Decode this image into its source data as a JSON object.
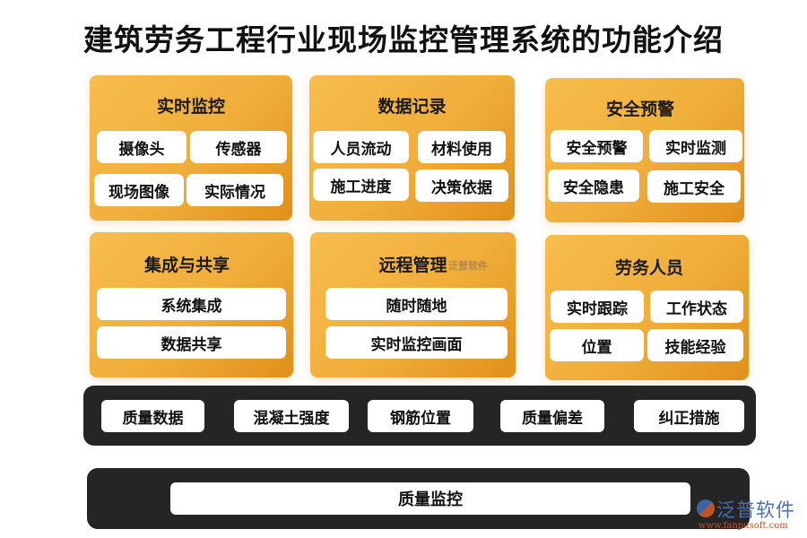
{
  "title": "建筑劳务工程行业现场监控管理系统的功能介绍",
  "cards": [
    {
      "title": "实时监控",
      "items": [
        "摄像头",
        "传感器",
        "现场图像",
        "实际情况"
      ]
    },
    {
      "title": "数据记录",
      "items": [
        "人员流动",
        "材料使用",
        "施工进度",
        "决策依据"
      ]
    },
    {
      "title": "安全预警",
      "items": [
        "安全预警",
        "实时监测",
        "安全隐患",
        "施工安全"
      ]
    },
    {
      "title": "集成与共享",
      "items": [
        "系统集成",
        "数据共享"
      ]
    },
    {
      "title": "远程管理",
      "items": [
        "随时随地",
        "实时监控画面"
      ]
    },
    {
      "title": "劳务人员",
      "items": [
        "实时跟踪",
        "工作状态",
        "位置",
        "技能经验"
      ]
    }
  ],
  "quality_band": {
    "items": [
      "质量数据",
      "混凝土强度",
      "钢筋位置",
      "质量偏差",
      "纠正措施"
    ]
  },
  "bottom_band": {
    "label": "质量监控"
  },
  "watermark": {
    "small": "泛普软件",
    "brand": "泛普软件",
    "url": "www.fanpusoft.com"
  },
  "colors": {
    "card_gradient_start": "#f7bd4d",
    "card_gradient_end": "#e0901a",
    "band_bg": "#252525",
    "chip_bg": "#ffffff"
  }
}
